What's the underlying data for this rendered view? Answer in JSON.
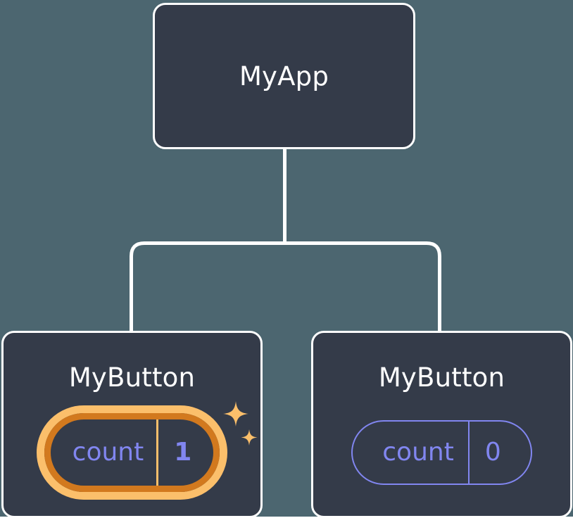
{
  "diagram": {
    "type": "component-tree",
    "background_color": "#4c6670",
    "node_fill_color": "#343b49",
    "node_border_color": "#ffffff",
    "edge_color": "#ffffff",
    "state_color": "#8186f0",
    "highlight_color": "#fbbf6b",
    "highlight_outer_color": "#d2791e",
    "root": {
      "title": "MyApp"
    },
    "children": [
      {
        "title": "MyButton",
        "state": {
          "key": "count",
          "value": "1"
        },
        "highlighted": true,
        "sparkle_icons": [
          "sparkle-large-icon",
          "sparkle-small-icon"
        ]
      },
      {
        "title": "MyButton",
        "state": {
          "key": "count",
          "value": "0"
        },
        "highlighted": false,
        "sparkle_icons": []
      }
    ]
  }
}
